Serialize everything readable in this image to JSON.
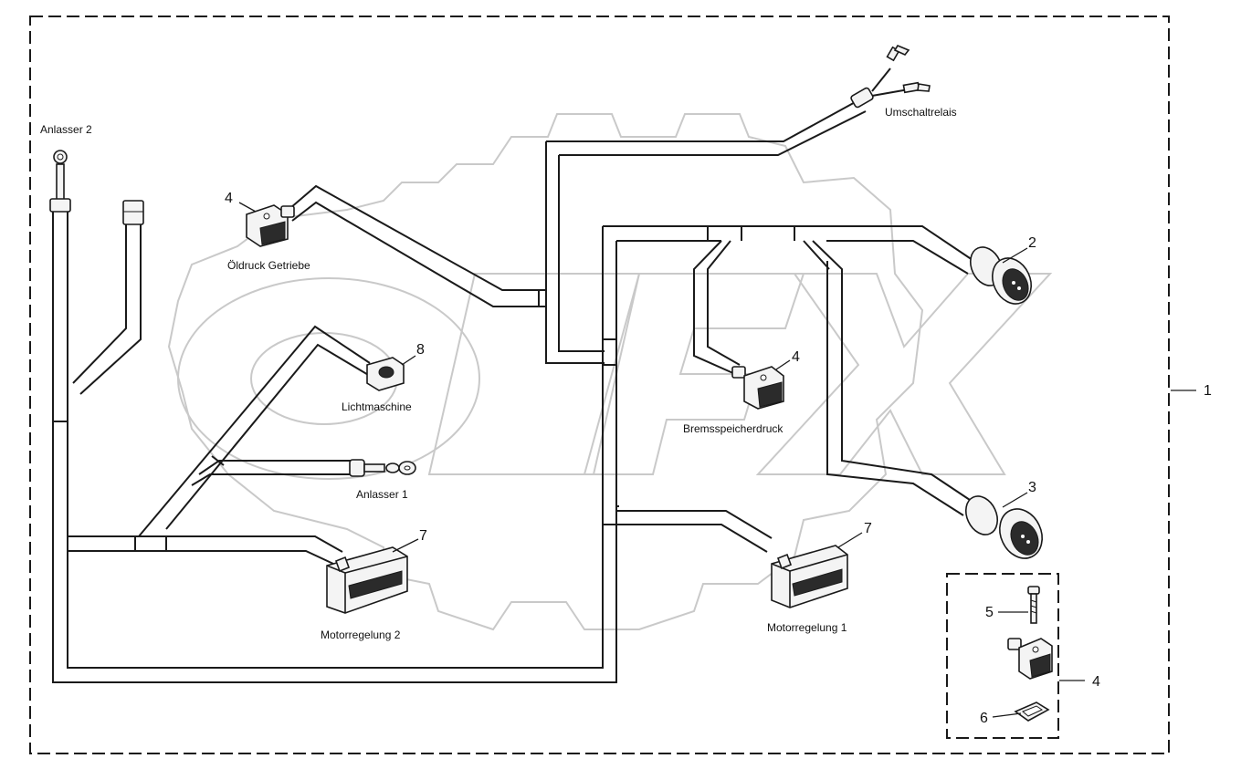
{
  "labels": {
    "anlasser2": "Anlasser 2",
    "oeldruck": "Öldruck Getriebe",
    "umschaltrelais": "Umschaltrelais",
    "lichtmaschine": "Lichtmaschine",
    "anlasser1": "Anlasser 1",
    "bremsspeicher": "Bremsspeicherdruck",
    "motorregelung2": "Motorregelung 2",
    "motorregelung1": "Motorregelung 1"
  },
  "callouts": {
    "c1": "1",
    "c2": "2",
    "c3": "3",
    "c4_oel": "4",
    "c4_brems": "4",
    "c4_kit": "4",
    "c5": "5",
    "c6": "6",
    "c7_left": "7",
    "c7_right": "7",
    "c8": "8"
  },
  "watermark": "OPEX"
}
